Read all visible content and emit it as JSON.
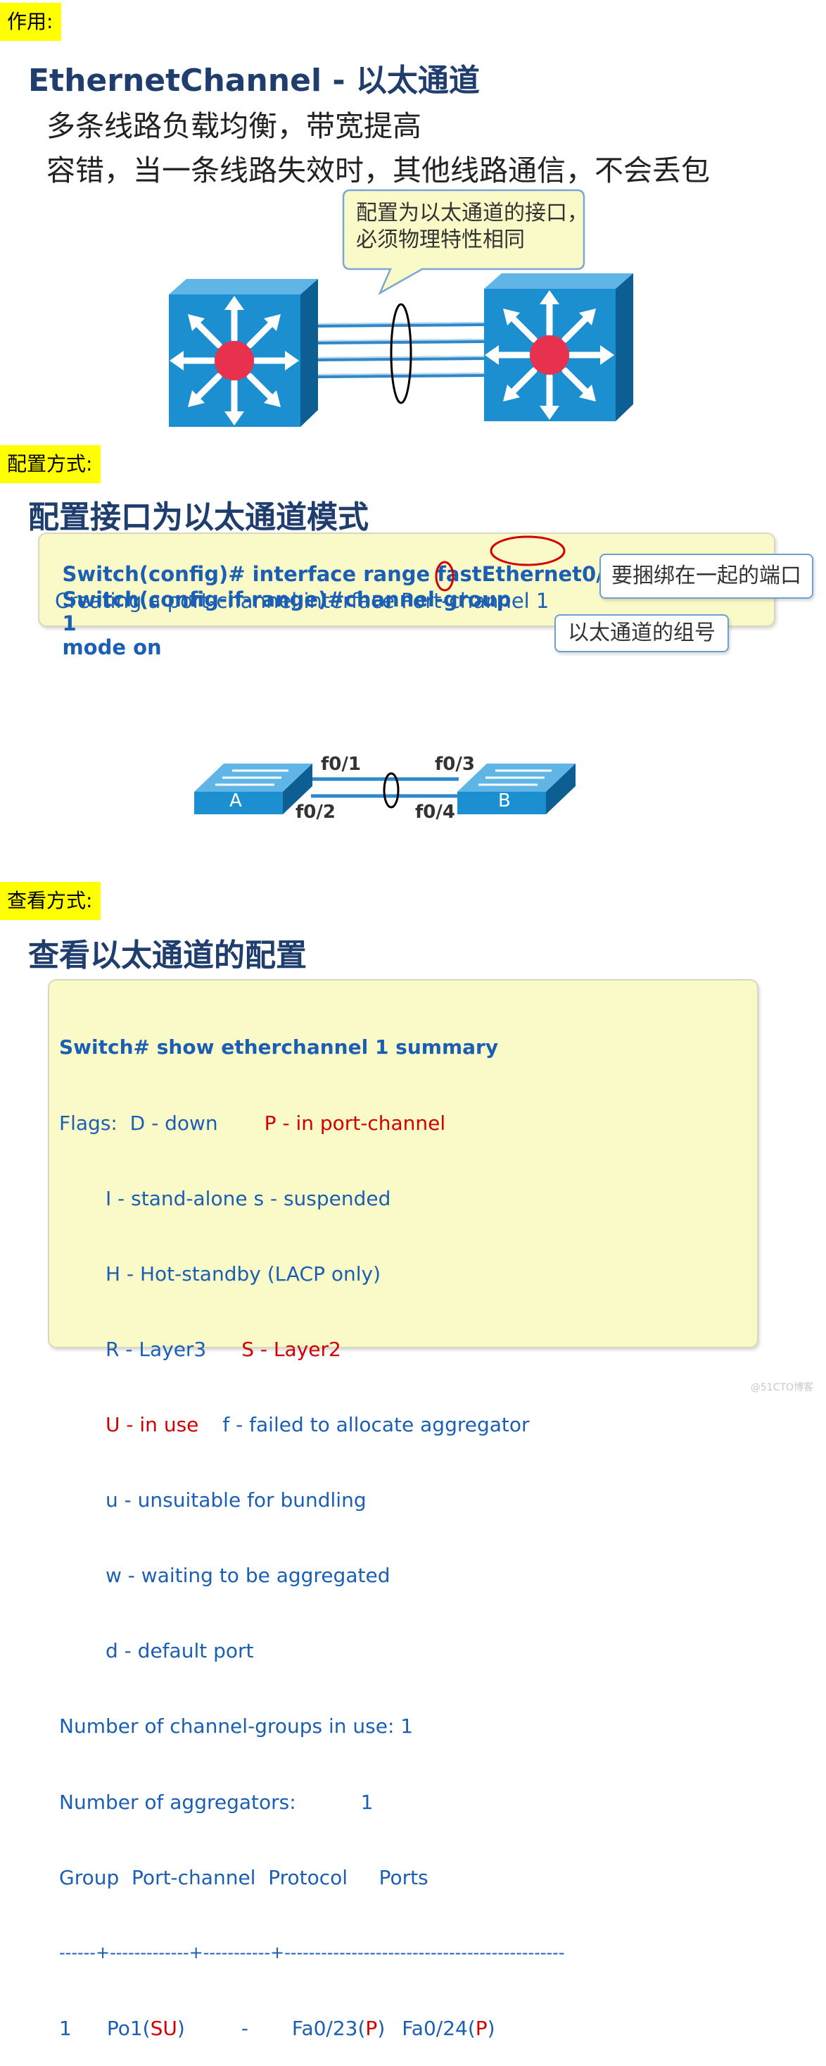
{
  "section1": {
    "tag": "作用:",
    "title": "EthernetChannel - 以太通道",
    "bullets": [
      "多条线路负载均衡，带宽提高",
      "容错，当一条线路失效时，其他线路通信，不会丢包"
    ],
    "callout": [
      "配置为以太通道的接口，",
      "必须物理特性相同"
    ]
  },
  "section2": {
    "tag": "配置方式:",
    "title": "配置接口为以太通道模式",
    "line1_a": "Switch(config)# interface range fastEthernet",
    "line1_b": "0/1 – 2",
    "line2_a": "Switch(config-if-range)#channel-group",
    "line2_b": "1",
    "line2_c": "mode on",
    "line3": "Creating a port-channel interface Port-channel 1",
    "callout_ports": "要捆绑在一起的端口",
    "callout_group": "以太通道的组号"
  },
  "topology": {
    "switch_a": "A",
    "switch_b": "B",
    "ports": [
      "f0/1",
      "f0/2",
      "f0/3",
      "f0/4"
    ]
  },
  "section3": {
    "tag": "查看方式:",
    "title": "查看以太通道的配置",
    "cmd": "Switch# show etherchannel 1 summary",
    "flags_label": "Flags:  D - down",
    "flags_p": "P - in port-channel",
    "l1": "I - stand-alone s - suspended",
    "l2": "H - Hot-standby (LACP only)",
    "l3a": "R - Layer3",
    "l3b": "S - Layer2",
    "l4a": "U - in use",
    "l4b": "f - failed to allocate aggregator",
    "l5": "u - unsuitable for bundling",
    "l6": "w - waiting to be aggregated",
    "l7": "d - default port",
    "groups": "Number of channel-groups in use: 1",
    "aggs": "Number of aggregators:",
    "aggs_val": "1",
    "header": "Group  Port-channel  Protocol     Ports",
    "divider": "------+-------------+-----------+----------------------------------------------",
    "row_group": "1",
    "row_po": "Po1(",
    "row_po_flag": "SU",
    "row_po_end": ")",
    "row_proto": "-",
    "row_p1": "Fa0/23(",
    "row_p1_flag": "P",
    "row_p1_end": ")",
    "row_p2": "Fa0/24(",
    "row_p2_flag": "P",
    "row_p2_end": ")"
  },
  "watermark": "@51CTO博客",
  "colors": {
    "tag_bg": "#ffff00",
    "title": "#1f3e6e",
    "code_blue": "#1a5fb4",
    "flag_red": "#d40000",
    "box_bg": "#fafac8",
    "switch_blue": "#1b8fd0"
  }
}
